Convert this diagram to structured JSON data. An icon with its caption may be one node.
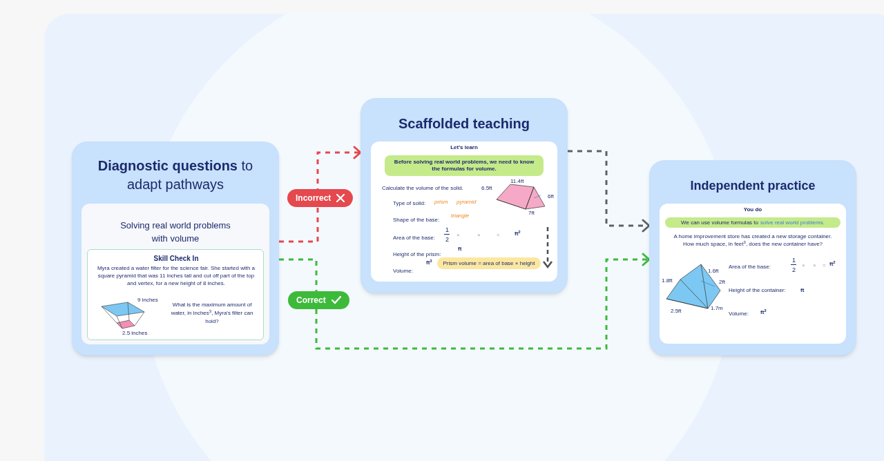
{
  "diagram": {
    "nodes": [
      {
        "text": [
          "**Diagnostic questions** to adapt pathways"
        ]
      },
      {
        "text": [
          "Solving real world problems with volume"
        ],
        "in": 0
      },
      {
        "text": [
          "Skill Check In",
          "Myra created a water filter for the science fair. She started with a square pyramid that was 11 inches tall and cut off part of the top and vertex, for a new height of 8 inches.",
          "What is the maximum amount of water, in inches$^{3}$, Myra's filter can hold?"
        ],
        "in": 1
      },
      {
        "text": [
          "Scaffolded teaching"
        ]
      },
      {
        "text": [
          "Let's learn",
          "Calculate the volume of the solid.",
          "Type of solid:",
          "prism",
          "pyramid",
          "Shape of the base:",
          "triangle",
          "Area of the base:",
          "1",
          "2",
          "×",
          "×",
          "=",
          "ft$^{2}$",
          "Height of the prism:",
          "ft",
          "Volume:",
          "ft$^{3}$"
        ],
        "in": 3
      },
      {
        "text": [
          "Before solving real world problems, we need to know the formulas for volume."
        ],
        "in": 4
      },
      {
        "text": [
          "Prism volume = area of base × height"
        ],
        "in": 4
      },
      {
        "text": [
          "Independent practice"
        ]
      },
      {
        "text": [
          "You do",
          "A home improvement store has created a new storage container. How much space, in feet$^{3}$, does the new container have?",
          "Area of the base:",
          "1",
          "2",
          "×",
          "×",
          "=",
          "ft$^{2}$",
          "Height of the container:",
          "ft",
          "Volume:",
          "ft$^{3}$"
        ],
        "in": 7
      },
      {
        "text": [
          "We can use volume formulas to",
          "solve real world problems."
        ],
        "in": 8
      }
    ],
    "edges": [
      {
        "from": 0,
        "to": 3,
        "arrow": "to",
        "label": "Incorrect",
        "style": "dashed",
        "color": "#e5484d"
      },
      {
        "from": 0,
        "to": 7,
        "arrow": "to",
        "label": "Correct",
        "style": "dashed",
        "color": "#3dba3a"
      },
      {
        "from": 3,
        "to": 7,
        "arrow": "to",
        "style": "dashed",
        "color": "#5f6166"
      }
    ],
    "labels": [
      "9 inches",
      "2.5 inches",
      "11.4ft",
      "6.5ft",
      "6ft",
      "7ft",
      "1.6ft",
      "2ft",
      "1.8ft",
      "2.5ft",
      "1.7m"
    ]
  }
}
